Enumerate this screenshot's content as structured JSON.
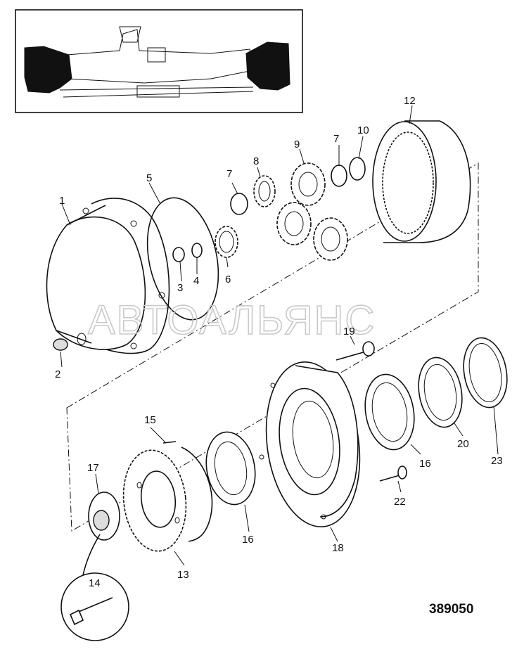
{
  "drawing_id": "389050",
  "watermark": "АВТОАЛЬЯНС",
  "callouts": {
    "p1": "1",
    "p2": "2",
    "p3": "3",
    "p4": "4",
    "p5": "5",
    "p6": "6",
    "p7a": "7",
    "p7b": "7",
    "p8": "8",
    "p9": "9",
    "p10": "10",
    "p12": "12",
    "p13": "13",
    "p14": "14",
    "p15": "15",
    "p16a": "16",
    "p16b": "16",
    "p17": "17",
    "p18": "18",
    "p19": "19",
    "p20": "20",
    "p22": "22",
    "p23": "23"
  }
}
